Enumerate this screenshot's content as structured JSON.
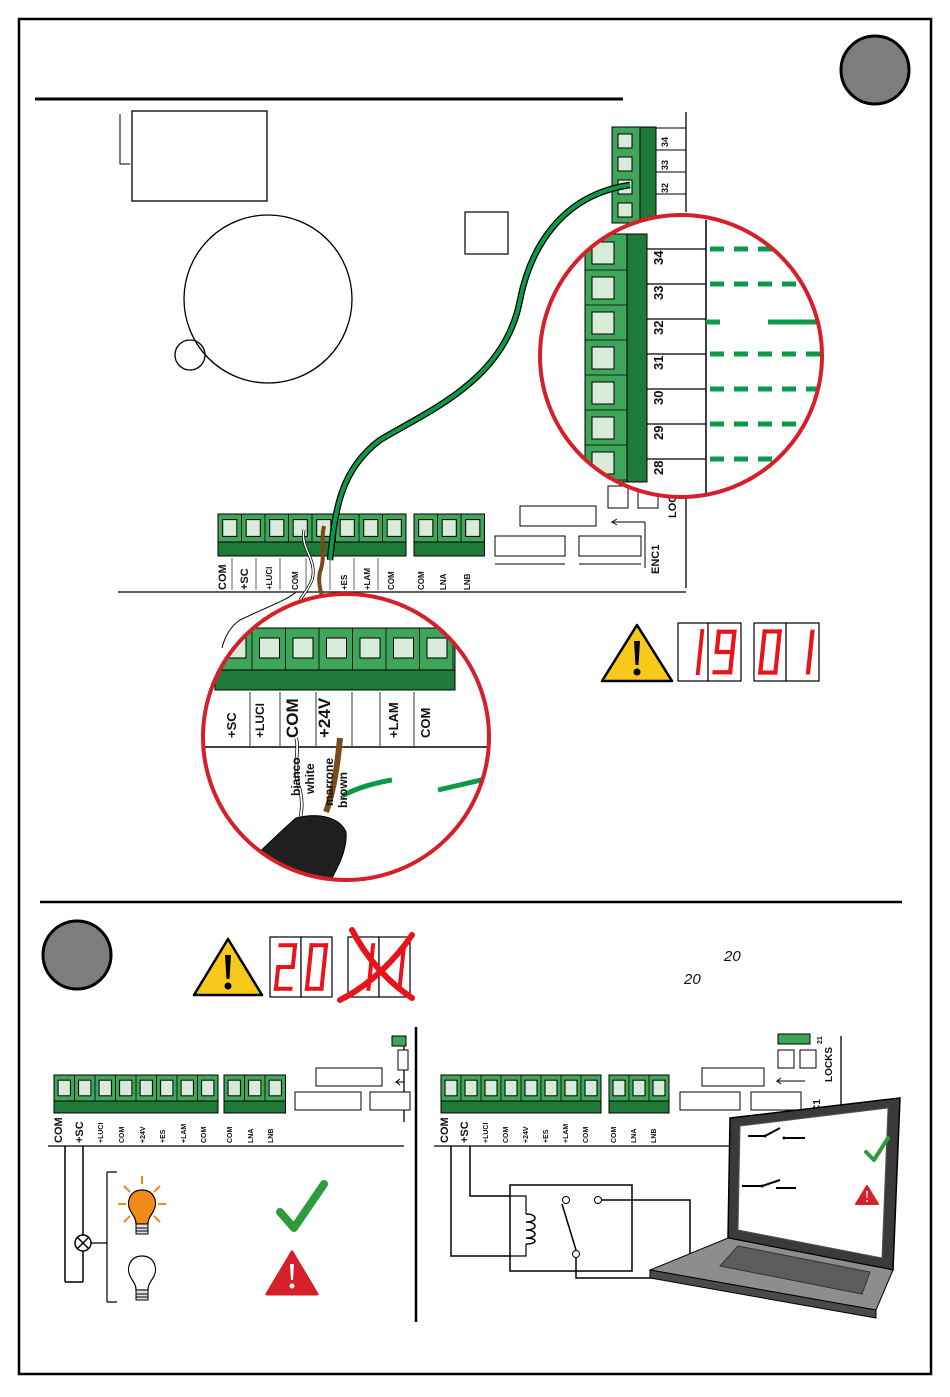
{
  "colors": {
    "terminal_green": "#3fa55a",
    "terminal_dark": "#1f7a3a",
    "wire_green": "#0a9a4a",
    "zoom_ring": "#d5202a",
    "display_red": "#e8141c",
    "warning_yellow": "#f7c91a",
    "badge_gray": "#7d7d7d",
    "check_green": "#2d9b3a",
    "lamp_orange": "#f28a17"
  },
  "icons": [
    "section-badge-icon",
    "warning-icon",
    "check-icon",
    "lamp-on-icon",
    "lamp-off-icon",
    "laptop-icon",
    "cross-out-icon",
    "lamp-symbol-icon",
    "relay-coil-icon"
  ],
  "top": {
    "terminal_numbers": [
      "34",
      "33",
      "32"
    ],
    "zoom_terminal_numbers": [
      "34",
      "33",
      "32",
      "31",
      "30",
      "29",
      "28"
    ],
    "locks_label": "LOCKS",
    "enc_label": "ENC1",
    "bottom_labels": [
      "COM",
      "+SC",
      "+LUCI",
      "COM",
      "+24V",
      "+ES",
      "+LAM",
      "COM",
      "COM",
      "LNA",
      "LNB"
    ],
    "zoom_bottom_labels": [
      "+SC",
      "+LUCI",
      "COM",
      "+24V",
      "+LAM",
      "COM"
    ],
    "wire_labels": [
      "bianco",
      "white",
      "marrone",
      "brown"
    ],
    "display_left": [
      "1",
      "9"
    ],
    "display_right": [
      "0",
      "1"
    ]
  },
  "bottom": {
    "display_digits": [
      "2",
      "0",
      "1",
      "1"
    ],
    "small_code_a": "20",
    "small_code_b": "20",
    "left_labels": [
      "COM",
      "+SC",
      "+LUCI",
      "COM",
      "+24V",
      "+ES",
      "+LAM",
      "COM",
      "COM",
      "LNA",
      "LNB"
    ],
    "right_labels": [
      "COM",
      "+SC",
      "+LUCI",
      "COM",
      "+24V",
      "+ES",
      "+LAM",
      "COM",
      "COM",
      "LNA",
      "LNB"
    ],
    "right_locks_label": "LOCKS",
    "right_enc_label": "C1",
    "right_term_number": "21"
  }
}
